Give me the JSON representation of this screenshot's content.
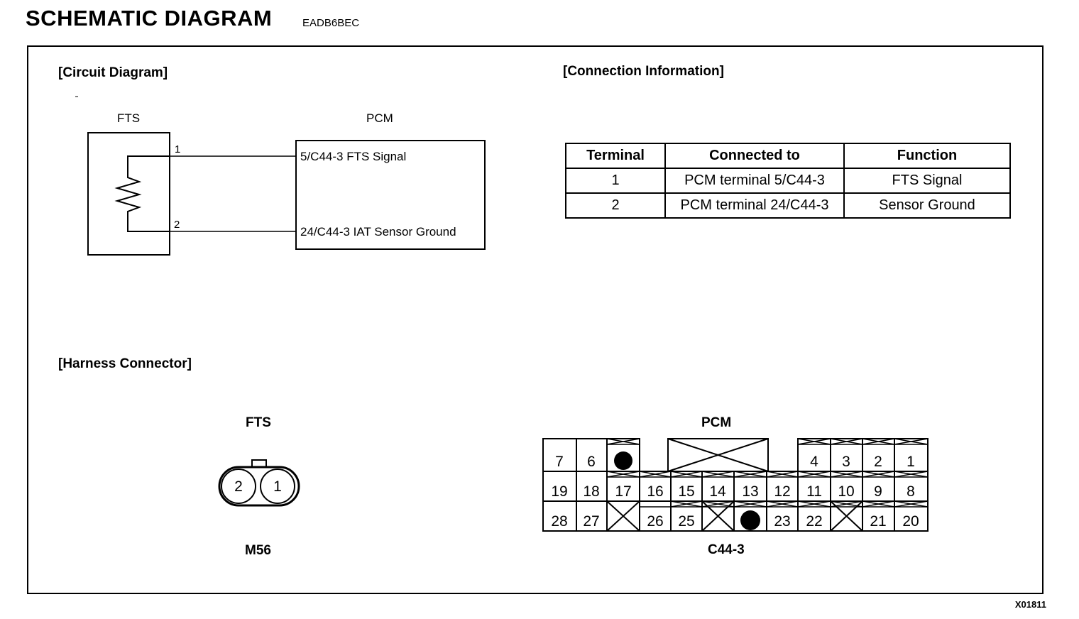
{
  "header": {
    "title": "SCHEMATIC DIAGRAM",
    "code": "EADB6BEC"
  },
  "sections": {
    "circuit": "[Circuit Diagram]",
    "connection": "[Connection Information]",
    "harness": "[Harness Connector]"
  },
  "circuit": {
    "fts_label": "FTS",
    "pcm_label": "PCM",
    "pin1": "1",
    "pin2": "2",
    "signal1": "5/C44-3 FTS Signal",
    "signal2": "24/C44-3 IAT Sensor Ground"
  },
  "connection_table": {
    "headers": [
      "Terminal",
      "Connected to",
      "Function"
    ],
    "rows": [
      [
        "1",
        "PCM terminal 5/C44-3",
        "FTS Signal"
      ],
      [
        "2",
        "PCM terminal 24/C44-3",
        "Sensor Ground"
      ]
    ]
  },
  "harness": {
    "fts": {
      "title": "FTS",
      "pins": [
        "2",
        "1"
      ],
      "name": "M56"
    },
    "pcm": {
      "title": "PCM",
      "name": "C44-3",
      "row1": [
        "7",
        "6",
        "",
        "",
        "",
        "",
        "",
        "4",
        "3",
        "2",
        "1"
      ],
      "row2": [
        "19",
        "18",
        "17",
        "16",
        "15",
        "14",
        "13",
        "12",
        "11",
        "10",
        "9",
        "8"
      ],
      "row3": [
        "28",
        "27",
        "",
        "26",
        "25",
        "",
        "",
        "23",
        "22",
        "",
        "21",
        "20"
      ]
    }
  },
  "footer": {
    "figure_code": "X01811"
  }
}
